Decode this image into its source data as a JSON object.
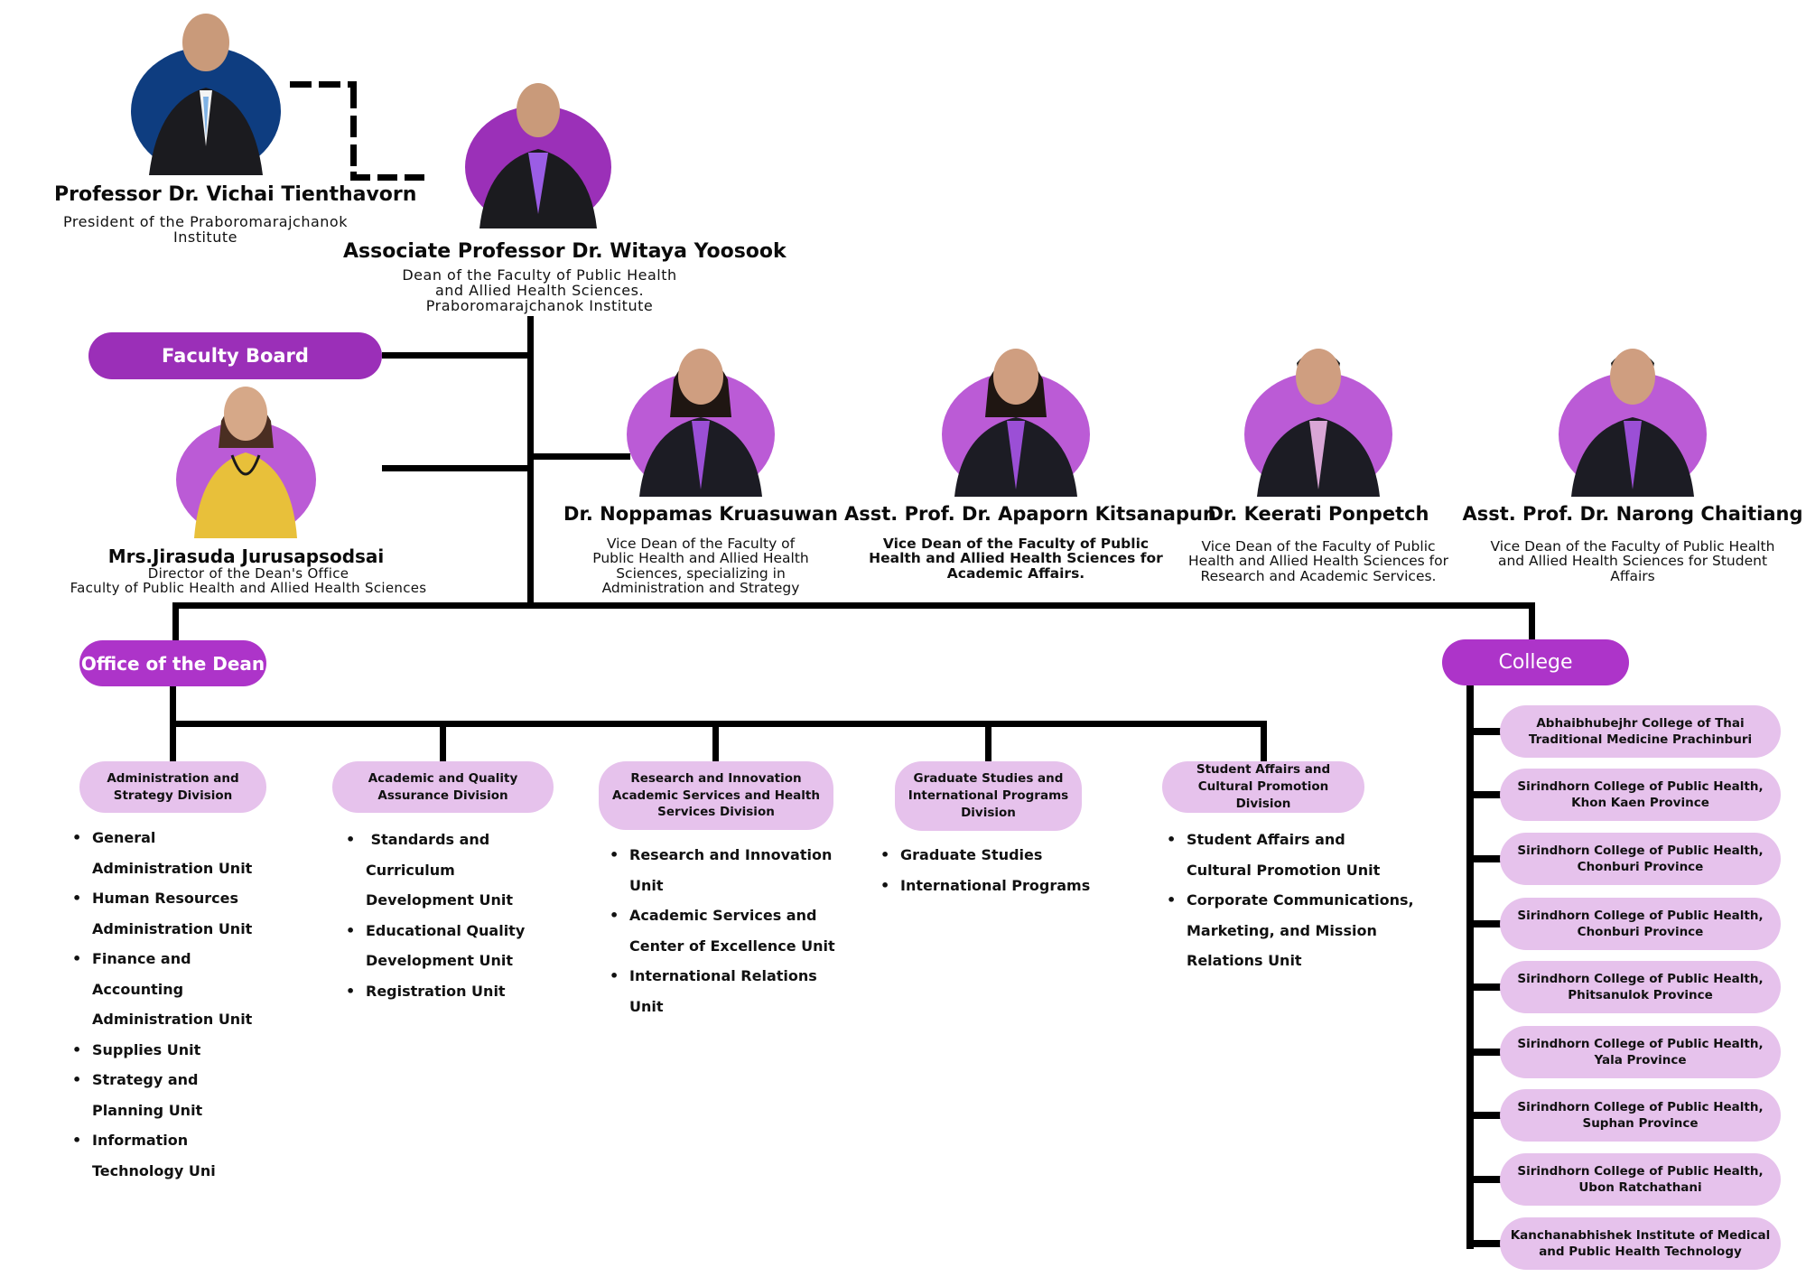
{
  "colors": {
    "dark_pill": "#9b2fb8",
    "dark_pill_alt": "#ad34c9",
    "light_pill": "#e6c2ec",
    "photo_bg_purple": "#bb5bd6",
    "photo_bg_dean": "#9b30b8",
    "photo_bg_president": "#0e3d80",
    "line": "#000000"
  },
  "president": {
    "name": "Professor Dr. Vichai Tienthavorn",
    "title_lines": [
      "President of the Praboromarajchanok",
      "Institute"
    ],
    "photo": "person-photo"
  },
  "dean": {
    "name": "Associate Professor Dr. Witaya Yoosook",
    "title_lines": [
      "Dean of the Faculty of Public Health",
      "and Allied Health Sciences.",
      "Praboromarajchanok Institute"
    ],
    "photo": "person-photo"
  },
  "faculty_board": {
    "label": "Faculty Board"
  },
  "director": {
    "name": "Mrs.Jirasuda Jurusapsodsai",
    "title_lines": [
      "Director of the Dean's Office",
      "Faculty of Public Health and Allied Health Sciences"
    ],
    "photo": "person-photo"
  },
  "vice_deans": [
    {
      "name": "Dr. Noppamas Kruasuwan",
      "title_lines": [
        "Vice Dean of the Faculty of",
        "Public Health and Allied Health",
        "Sciences, specializing in",
        "Administration and Strategy"
      ]
    },
    {
      "name": "Asst. Prof. Dr. Apaporn Kitsanapun",
      "title_lines": [
        "Vice Dean of the Faculty of Public",
        "Health and Allied Health Sciences for",
        "Academic Affairs."
      ]
    },
    {
      "name": "Dr. Keerati Ponpetch",
      "title_lines": [
        "Vice Dean of the Faculty of Public",
        "Health and Allied Health Sciences for",
        "Research and Academic Services."
      ]
    },
    {
      "name": "Asst. Prof. Dr. Narong Chaitiang",
      "title_lines": [
        "Vice Dean of the Faculty of Public Health",
        "and Allied Health Sciences for Student",
        "Affairs"
      ]
    }
  ],
  "office_of_the_dean": {
    "label": "Office of the Dean"
  },
  "college": {
    "label": "College"
  },
  "divisions": [
    {
      "label": "Administration and Strategy Division",
      "units": [
        [
          "General",
          "Administration Unit"
        ],
        [
          "Human Resources",
          "Administration Unit"
        ],
        [
          "Finance and",
          "Accounting",
          "Administration Unit"
        ],
        [
          "Supplies Unit"
        ],
        [
          "Strategy and",
          "Planning Unit"
        ],
        [
          "Information",
          "Technology Uni"
        ]
      ]
    },
    {
      "label": "Academic and Quality Assurance Division",
      "units": [
        [
          " Standards and",
          "Curriculum",
          "Development Unit"
        ],
        [
          "Educational Quality",
          "Development Unit"
        ],
        [
          "Registration Unit"
        ]
      ]
    },
    {
      "label": "Research and Innovation Academic Services and Health Services Division",
      "units": [
        [
          "Research and Innovation",
          "Unit"
        ],
        [
          "Academic Services and",
          "Center of Excellence Unit"
        ],
        [
          "International Relations",
          "Unit"
        ]
      ]
    },
    {
      "label": "Graduate Studies and International Programs Division",
      "units": [
        [
          "Graduate Studies"
        ],
        [
          "International Programs"
        ]
      ]
    },
    {
      "label": "Student Affairs and Cultural Promotion Division",
      "units": [
        [
          "Student Affairs and",
          "Cultural Promotion Unit"
        ],
        [
          "Corporate Communications,",
          "Marketing, and Mission",
          "Relations Unit"
        ]
      ]
    }
  ],
  "colleges": [
    "Abhaibhubejhr College of Thai Traditional Medicine Prachinburi",
    "Sirindhorn College of Public Health, Khon Kaen Province",
    "Sirindhorn College of Public Health, Chonburi Province",
    "Sirindhorn College of Public Health, Chonburi Province",
    "Sirindhorn College of Public Health, Phitsanulok Province",
    "Sirindhorn College of Public Health, Yala Province",
    "Sirindhorn College of Public Health, Suphan Province",
    "Sirindhorn College of Public Health, Ubon Ratchathani",
    "Kanchanabhishek Institute of Medical and Public Health Technology"
  ]
}
